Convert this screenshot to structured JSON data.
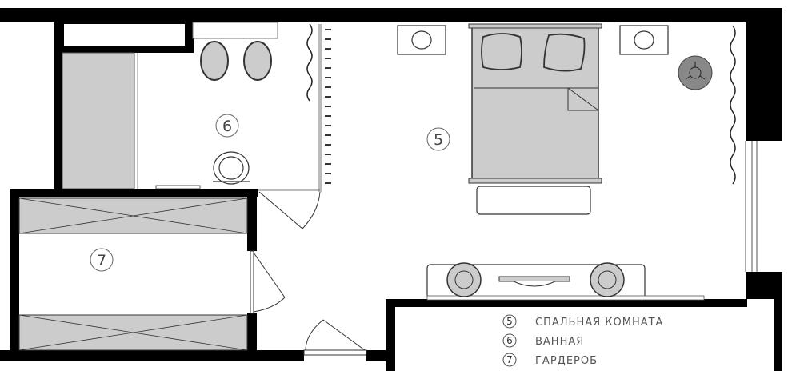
{
  "rooms": [
    {
      "number": "5",
      "name": "СПАЛЬНАЯ КОМНАТА"
    },
    {
      "number": "6",
      "name": "ВАННАЯ"
    },
    {
      "number": "7",
      "name": "ГАРДЕРОБ"
    }
  ],
  "colors": {
    "wall": "#000000",
    "furniture_fill": "#cccccc",
    "dark_fixture": "#888888",
    "line": "#333333",
    "background": "#ffffff"
  }
}
